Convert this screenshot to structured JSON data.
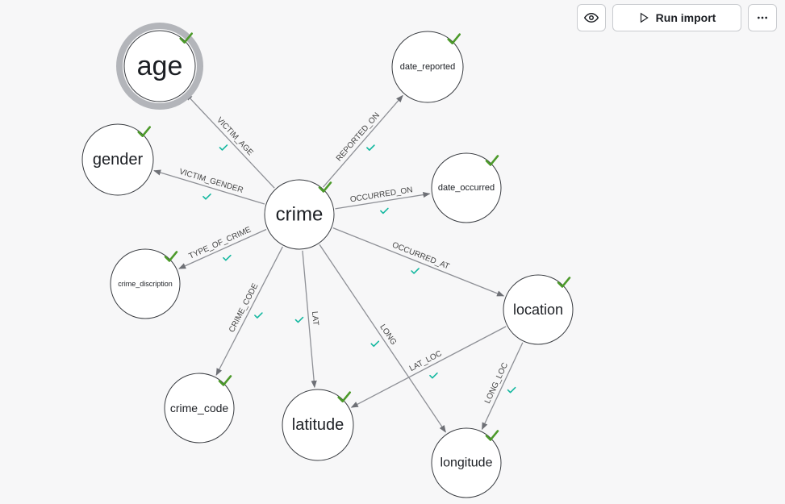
{
  "toolbar": {
    "preview_icon": "eye-icon",
    "run_label": "Run import",
    "run_icon": "play-icon",
    "more_icon": "ellipsis-icon"
  },
  "colors": {
    "node_fill": "#ffffff",
    "node_stroke": "#3a3d42",
    "selected_ring": "#b3b5ba",
    "edge": "#8e9096",
    "check_node": "#4c9a2a",
    "check_edge": "#14b8a0"
  },
  "nodes": [
    {
      "id": "age",
      "label": "age",
      "selected": true,
      "status": "mapped"
    },
    {
      "id": "date_reported",
      "label": "date_reported",
      "status": "mapped"
    },
    {
      "id": "gender",
      "label": "gender",
      "status": "mapped"
    },
    {
      "id": "date_occurred",
      "label": "date_occurred",
      "status": "mapped"
    },
    {
      "id": "crime",
      "label": "crime",
      "status": "mapped"
    },
    {
      "id": "crime_discription",
      "label": "crime_discription",
      "status": "mapped"
    },
    {
      "id": "location",
      "label": "location",
      "status": "mapped"
    },
    {
      "id": "crime_code",
      "label": "crime_code",
      "status": "mapped"
    },
    {
      "id": "latitude",
      "label": "latitude",
      "status": "mapped"
    },
    {
      "id": "longitude",
      "label": "longitude",
      "status": "mapped"
    }
  ],
  "edges": [
    {
      "id": "victim_age",
      "label": "VICTIM_AGE",
      "from": "crime",
      "to": "age",
      "status": "mapped"
    },
    {
      "id": "victim_gender",
      "label": "VICTIM_GENDER",
      "from": "crime",
      "to": "gender",
      "status": "mapped"
    },
    {
      "id": "reported_on",
      "label": "REPORTED_ON",
      "from": "crime",
      "to": "date_reported",
      "status": "mapped"
    },
    {
      "id": "occurred_on",
      "label": "OCCURRED_ON",
      "from": "crime",
      "to": "date_occurred",
      "status": "mapped"
    },
    {
      "id": "type_of_crime",
      "label": "TYPE_OF_CRIME",
      "from": "crime",
      "to": "crime_discription",
      "status": "mapped"
    },
    {
      "id": "occurred_at",
      "label": "OCCURRED_AT",
      "from": "crime",
      "to": "location",
      "status": "mapped"
    },
    {
      "id": "crime_code_rel",
      "label": "CRIME_CODE",
      "from": "crime",
      "to": "crime_code",
      "status": "mapped"
    },
    {
      "id": "lat",
      "label": "LAT",
      "from": "crime",
      "to": "latitude",
      "status": "mapped"
    },
    {
      "id": "long",
      "label": "LONG",
      "from": "crime",
      "to": "longitude",
      "status": "mapped"
    },
    {
      "id": "lat_loc",
      "label": "LAT_LOC",
      "from": "location",
      "to": "latitude",
      "status": "mapped"
    },
    {
      "id": "long_loc",
      "label": "LONG_LOC",
      "from": "location",
      "to": "longitude",
      "status": "mapped"
    }
  ]
}
